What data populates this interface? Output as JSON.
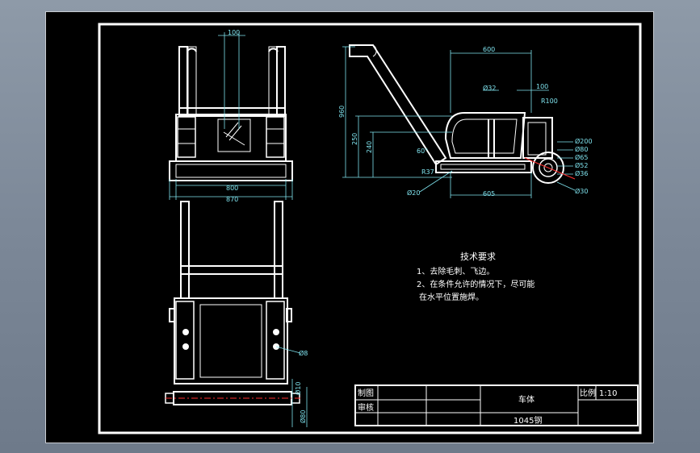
{
  "drawing": {
    "front_view": {
      "dim_top": "100",
      "dim_width_inner": "800",
      "dim_width_outer": "870",
      "dim_pin": "Ø8",
      "dim_axle_1": "Ø10",
      "dim_axle_2": "Ø80"
    },
    "side_view": {
      "dim_length_top": "600",
      "dim_100": "100",
      "dim_r100": "R100",
      "dim_d32": "Ø32",
      "dim_height": "960",
      "dim_250": "250",
      "dim_240": "240",
      "dim_angle": "60°",
      "dim_r37": "R37",
      "dim_d20": "Ø20",
      "dim_605": "605",
      "wheel_dims": [
        "Ø200",
        "Ø80",
        "Ø65",
        "Ø52",
        "Ø36",
        "Ø30"
      ]
    },
    "notes": {
      "heading": "技术要求",
      "line1": "1、去除毛刺、飞边。",
      "line2": "2、在条件允许的情况下，尽可能",
      "line3": "在水平位置施焊。"
    },
    "title_block": {
      "drawn_label": "制图",
      "checked_label": "审核",
      "part_name": "车体",
      "scale_label": "比例",
      "scale_value": "1:10",
      "material": "1045钢"
    }
  }
}
